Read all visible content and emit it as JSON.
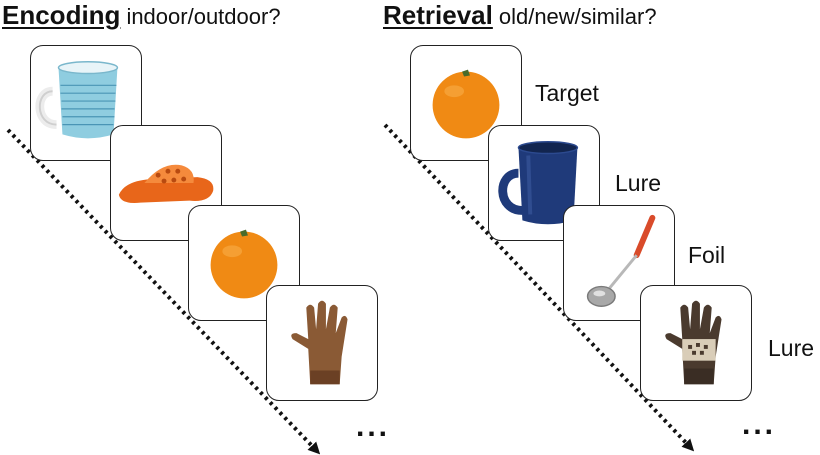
{
  "encoding": {
    "phase_label": "Encoding",
    "question": "indoor/outdoor?",
    "items": [
      {
        "icon": "mug-icon",
        "color": "#8fcde0"
      },
      {
        "icon": "sandal-icon",
        "color": "#f07a2c"
      },
      {
        "icon": "orange-icon",
        "color": "#f08a14"
      },
      {
        "icon": "glove-icon",
        "color": "#8a5a35"
      }
    ],
    "ellipsis": "..."
  },
  "retrieval": {
    "phase_label": "Retrieval",
    "question": "old/new/similar?",
    "items": [
      {
        "icon": "orange-icon",
        "label": "Target",
        "color": "#f08a14"
      },
      {
        "icon": "mug-icon",
        "label": "Lure",
        "color": "#1f3a7a"
      },
      {
        "icon": "ladle-icon",
        "label": "Foil",
        "color": "#d94b2a"
      },
      {
        "icon": "knit-glove-icon",
        "label": "Lure",
        "color": "#4a3a2e"
      }
    ],
    "ellipsis": "..."
  }
}
